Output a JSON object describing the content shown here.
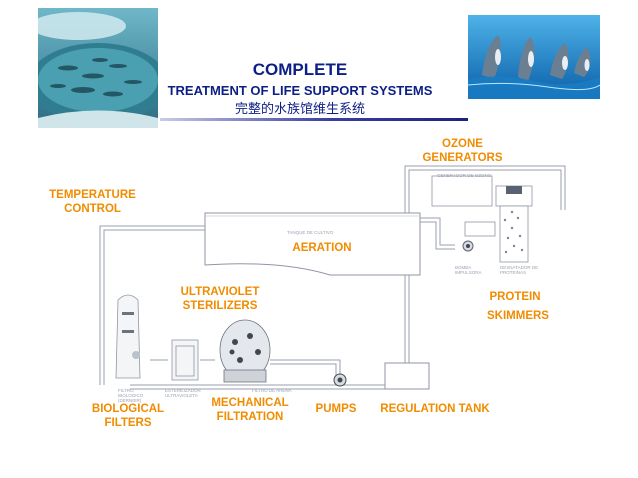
{
  "header": {
    "title": "COMPLETE",
    "subtitle": "TREATMENT OF LIFE SUPPORT SYSTEMS",
    "chinese_title": "完整的水族馆维生系统"
  },
  "labels": {
    "ozone": "OZONE GENERATORS",
    "temperature": "TEMPERATURE CONTROL",
    "aeration": "AERATION",
    "uv": "ULTRAVIOLET STERILIZERS",
    "protein": "PROTEIN",
    "skimmers": "SKIMMERS",
    "biological": "BIOLOGICAL FILTERS",
    "mechanical": "MECHANICAL FILTRATION",
    "pumps": "PUMPS",
    "regulation": "REGULATION TANK"
  },
  "diagram_small_text": {
    "ozone_gen": "GENERADOR DE OZONO",
    "tank": "TANQUE DE CULTIVO",
    "pump_impulse": "BOMBA IMPULSORA",
    "deskimmer": "DESNATADOR DE PROTEINAS",
    "bio_filter": "FILTRO BIOLOGICO (DERNIER)",
    "uv_sterilizer": "ESTERILIZADOR ULTRAVIOLETA",
    "sand_filter": "FILTRO DE ARENA"
  },
  "colors": {
    "title_blue": "#0d1f86",
    "label_orange": "#f08c00",
    "pipe": "#8f96a3"
  }
}
